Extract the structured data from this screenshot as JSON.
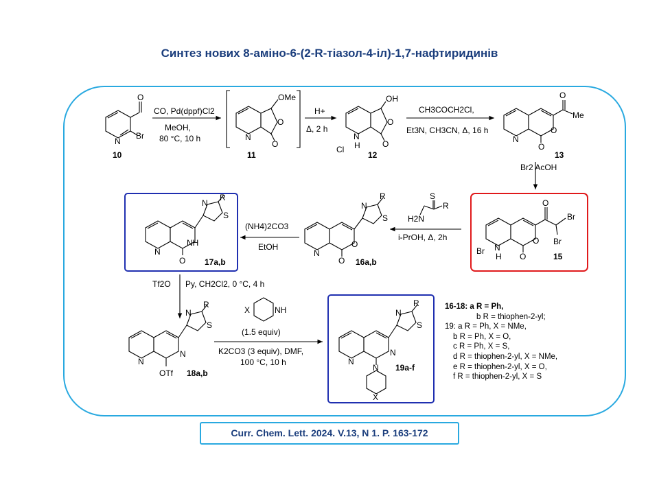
{
  "title": "Синтез нових 8-аміно-6-(2-R-тіазол-4-іл)-1,7-нафтиридинів",
  "reference": "Curr. Chem. Lett. 2024. V.13, N 1. P. 163-172",
  "colors": {
    "frame": "#29a9e0",
    "title": "#1a3d7c",
    "box_blue": "#1f2fb0",
    "box_red": "#e0191b"
  },
  "compounds": {
    "c10": "10",
    "c11": "11",
    "c12": "12",
    "c13": "13",
    "c15": "15",
    "c16": "16a,b",
    "c17": "17a,b",
    "c18": "18a,b",
    "c19": "19a-f"
  },
  "arrow_labels": {
    "s1_top": "CO, Pd(dppf)Cl2",
    "s1_bot1": "MeOH,",
    "s1_bot2": "80 °C, 10 h",
    "s2_top": "H+",
    "s2_bot": "Δ, 2 h",
    "s3_top": "CH3COCH2Cl,",
    "s3_bot": "Et3N, CH3CN, Δ, 16 h",
    "s4": "Br2  AcOH",
    "s5_bot": "i-PrOH, Δ, 2h",
    "s6_top": "(NH4)2CO3",
    "s6_bot": "EtOH",
    "s7_left": "Tf2O",
    "s7_right": "Py, CH2Cl2, 0 °C, 4 h",
    "s8_mid": "(1.5 equiv)",
    "s8_bot1": "K2CO3 (3 equiv), DMF,",
    "s8_bot2": "100 °C, 10 h"
  },
  "atom_labels": {
    "O": "O",
    "OMe": "OMe",
    "OH": "OH",
    "N": "N",
    "NH": "NH",
    "Br": "Br",
    "Me": "Me",
    "Cl": "Cl",
    "S": "S",
    "R": "R",
    "X": "X",
    "H": "H",
    "OTf": "OTf",
    "H2N": "H2N"
  },
  "legend": [
    "16-18: a R = Ph,",
    "b R = thiophen-2-yl;",
    "19: a R = Ph, X = NMe,",
    "b R = Ph, X = O,",
    "c R = Ph, X = S,",
    "d R = thiophen-2-yl, X = NMe,",
    "e R = thiophen-2-yl, X = O,",
    "f R = thiophen-2-yl, X = S"
  ]
}
